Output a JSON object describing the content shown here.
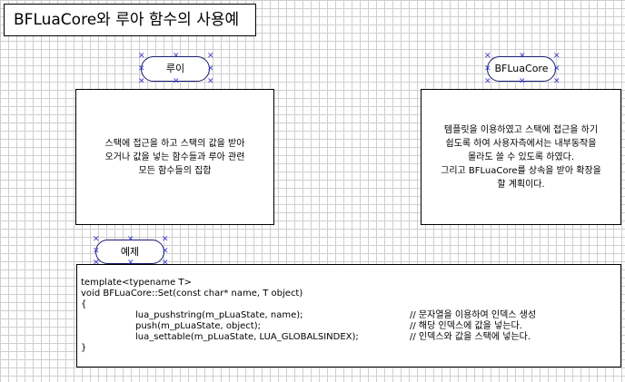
{
  "title": {
    "bold": "BFLuaCore",
    "rest": "와 루아 함수의 사용예"
  },
  "lua_node": {
    "label": "루이",
    "description": [
      "스택에 접근을 하고 스택의 값을 받아",
      "오거나 값을 넣는 함수들과 루아 관련",
      "모든 함수들의 집합"
    ]
  },
  "core_node": {
    "label": "BFLuaCore",
    "description": [
      "템플릿을 이용하였고 스택에 접근을 하기",
      "쉽도록 하여 사용자측에서는 내부동작을",
      "몰라도 쓸 수 있도록 하였다.",
      "그리고 BFLuaCore를 상속을 받아 확장을",
      "할 계획이다."
    ]
  },
  "example_node": {
    "label": "예제"
  },
  "code": {
    "lines": [
      {
        "text": "template<typename T>",
        "comment": "",
        "indent": false
      },
      {
        "text": "void BFLuaCore::Set(const char* name, T object)",
        "comment": "",
        "indent": false
      },
      {
        "text": "{",
        "comment": "",
        "indent": false
      },
      {
        "text": "lua_pushstring(m_pLuaState, name);",
        "comment": "// 문자열을 이용하여 인덱스 생성",
        "indent": true
      },
      {
        "text": "push(m_pLuaState, object);",
        "comment": "// 해당 인덱스에 값을 넣는다.",
        "indent": true
      },
      {
        "text": "lua_settable(m_pLuaState, LUA_GLOBALSINDEX);",
        "comment": "// 인덱스와 값을 스택에 넣는다.",
        "indent": true
      },
      {
        "text": "}",
        "comment": "",
        "indent": false
      }
    ]
  },
  "colors": {
    "grid": "#cfcfcf",
    "pill_border": "#1a1a6e",
    "handle": "#3b3bd4"
  }
}
